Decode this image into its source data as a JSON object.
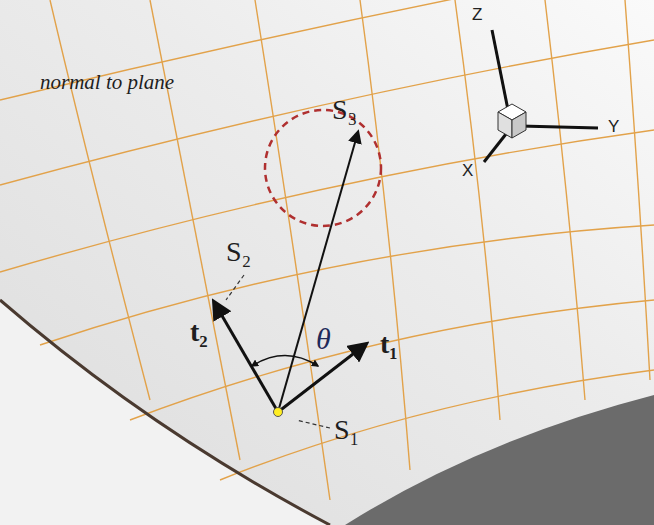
{
  "diagram": {
    "labels": [
      "normal to plane",
      "S₃",
      "S₂",
      "t₂",
      "θ",
      "t₁",
      "S₁",
      "Z",
      "Y",
      "X"
    ]
  }
}
